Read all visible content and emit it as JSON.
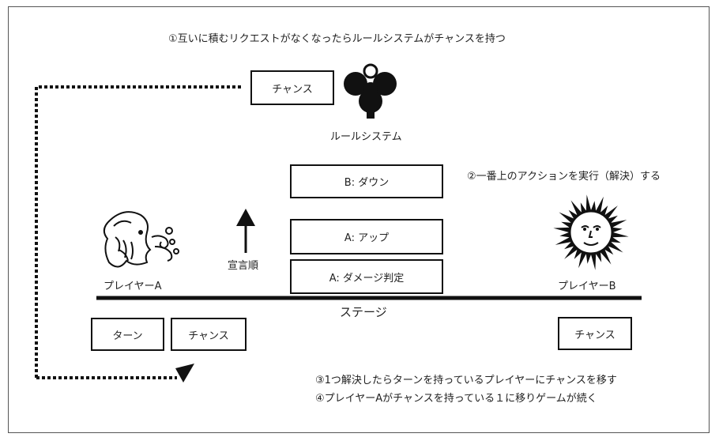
{
  "notes": {
    "step1": "①互いに積むリクエストがなくなったらルールシステムがチャンスを持つ",
    "step2": "②一番上のアクションを実行（解決）する",
    "step3": "③1つ解決したらターンを持っているプレイヤーにチャンスを移す",
    "step4": "④プレイヤーAがチャンスを持っている１に移りゲームが続く"
  },
  "rule_system": {
    "label": "ルールシステム",
    "chance_label": "チャンス"
  },
  "stack": {
    "items": [
      "B: ダウン",
      "A: アップ",
      "A: ダメージ判定"
    ],
    "order_label": "宣言順"
  },
  "stage": {
    "label": "ステージ"
  },
  "player_a": {
    "label": "プレイヤーA",
    "turn_label": "ターン",
    "chance_label": "チャンス"
  },
  "player_b": {
    "label": "プレイヤーB",
    "chance_label": "チャンス"
  },
  "icons": {
    "rule_system": "trefoil-icon",
    "player_a": "wind-face-icon",
    "player_b": "sun-face-icon"
  }
}
